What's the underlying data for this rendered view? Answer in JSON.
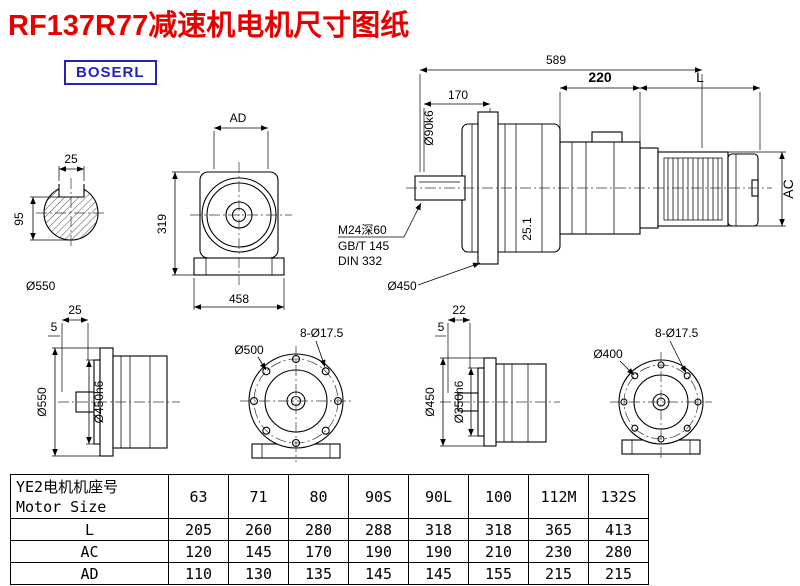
{
  "title": "RF137R77减速机电机尺寸图纸",
  "brand": "BOSERL",
  "main_view": {
    "dim_589": "589",
    "dim_170": "170",
    "dim_90k6": "Ø90k6",
    "dim_220": "220",
    "dim_L": "L",
    "dim_AC": "AC",
    "note_m24": "M24深60",
    "note_gb": "GB/T 145",
    "note_din": "DIN 332",
    "dim_450": "Ø450",
    "dim_25_1": "25.1"
  },
  "shaft_section": {
    "dim_25": "25",
    "dim_95": "95",
    "label_550": "Ø550"
  },
  "front_view": {
    "dim_AD": "AD",
    "dim_319": "319",
    "dim_458": "458"
  },
  "side_view_1": {
    "dim_25": "25",
    "dim_5": "5",
    "dim_550": "Ø550",
    "dim_450h6": "Ø450h6"
  },
  "face_view_1": {
    "holes": "8-Ø17.5",
    "bolt_circle": "Ø500"
  },
  "side_view_2": {
    "dim_22": "22",
    "dim_5": "5",
    "dim_450": "Ø450",
    "dim_350h6": "Ø350h6"
  },
  "face_view_2": {
    "holes": "8-Ø17.5",
    "bolt_circle": "Ø400"
  },
  "table": {
    "header_cn": "YE2电机机座号",
    "header_en": "Motor Size",
    "sizes": [
      "63",
      "71",
      "80",
      "90S",
      "90L",
      "100",
      "112M",
      "132S"
    ],
    "rows": [
      {
        "label": "L",
        "values": [
          "205",
          "260",
          "280",
          "288",
          "318",
          "318",
          "365",
          "413"
        ]
      },
      {
        "label": "AC",
        "values": [
          "120",
          "145",
          "170",
          "190",
          "190",
          "210",
          "230",
          "280"
        ]
      },
      {
        "label": "AD",
        "values": [
          "110",
          "130",
          "135",
          "145",
          "145",
          "155",
          "215",
          "215"
        ]
      }
    ]
  }
}
